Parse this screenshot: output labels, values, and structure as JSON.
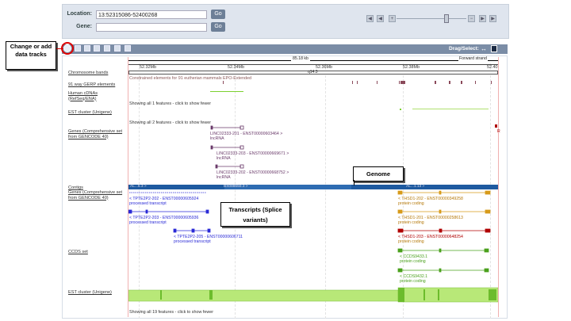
{
  "location_panel": {
    "location_label": "Location:",
    "location_value": "13:52315086-52400268",
    "gene_label": "Gene:",
    "go_label": "Go"
  },
  "toolbar": {
    "drag_select_label": "Drag/Select:",
    "arrows": "↔"
  },
  "ruler": {
    "length_label": "85.18 kb",
    "strand_label": "Forward strand",
    "ticks": [
      "52.32Mb",
      "52.34Mb",
      "52.36Mb",
      "52.38Mb",
      "52.40"
    ],
    "band_label": "q14.3"
  },
  "tracks": {
    "chromosome_bands": "Chromosome bands",
    "gerp": "91 way GERP elements",
    "gerp_note": "Constrained elements for 91 eutherian mammals EPO-Extended",
    "human_cdnas": "Human cDNAs (RefSeq/ENA)",
    "human_cdnas_note": "Showing all 1 features - click to show fewer",
    "est_unigene": "EST cluster (Unigene)",
    "genes_top": "Genes (Comprehensive set from GENCODE 40)",
    "genes_top_note": "Showing all 2 features - click to show fewer",
    "contigs": "Contigs",
    "genes_bottom": "Genes (Comprehensive set from GENCODE 40)",
    "ccds": "CCDS set",
    "est_bottom": "EST cluster (Unigene)",
    "est_bottom_note": "Showing all 19 features - click to show fewer"
  },
  "lnc_transcripts": [
    {
      "name": "LINC02333-201 - ENST00000603464 >",
      "type": "lncRNA"
    },
    {
      "name": "LINC02333-203 - ENST00000669671 >",
      "type": "lncRNA"
    },
    {
      "name": "LINC02333-202 - ENST00000668752 >",
      "type": "lncRNA"
    }
  ],
  "contig_labels": [
    "AL...5.3 >",
    "BX088650.3 >",
    "AL...1.13 >"
  ],
  "left_transcripts": [
    {
      "name": "< TPTE2P2-202 - ENST00000605924",
      "type": "processed transcript"
    },
    {
      "name": "< TPTE2P2-203 - ENST00000605936",
      "type": "processed transcript"
    },
    {
      "name": "< TPTE2P2-205 - ENST00000606711",
      "type": "processed transcript"
    }
  ],
  "right_transcripts": [
    {
      "name": "< THSD1-202 - ENST00000349258",
      "type": "protein coding"
    },
    {
      "name": "< THSD1-201 - ENST00000258613",
      "type": "protein coding"
    },
    {
      "name": "< THSD1-203 - ENST00000648254",
      "type": "protein coding"
    }
  ],
  "ccds_items": [
    {
      "name": "< CCDS9433.1",
      "type": "protein coding"
    },
    {
      "name": "< CCDS9432.1",
      "type": "protein coding"
    }
  ],
  "callouts": {
    "change_tracks": "Change or add data tracks",
    "genome": "Genome",
    "transcripts": "Transcripts (Splice variants)"
  },
  "colors": {
    "toolbar": "#7b8da6",
    "contig_bar": "#1e5aa0",
    "lnc": "#6a3a6a",
    "processed": "#2a2ad6",
    "protein_coding_orange": "#d79a1a",
    "protein_coding_red": "#b00000",
    "ccds": "#4aa01c",
    "est": "#a8e058"
  }
}
